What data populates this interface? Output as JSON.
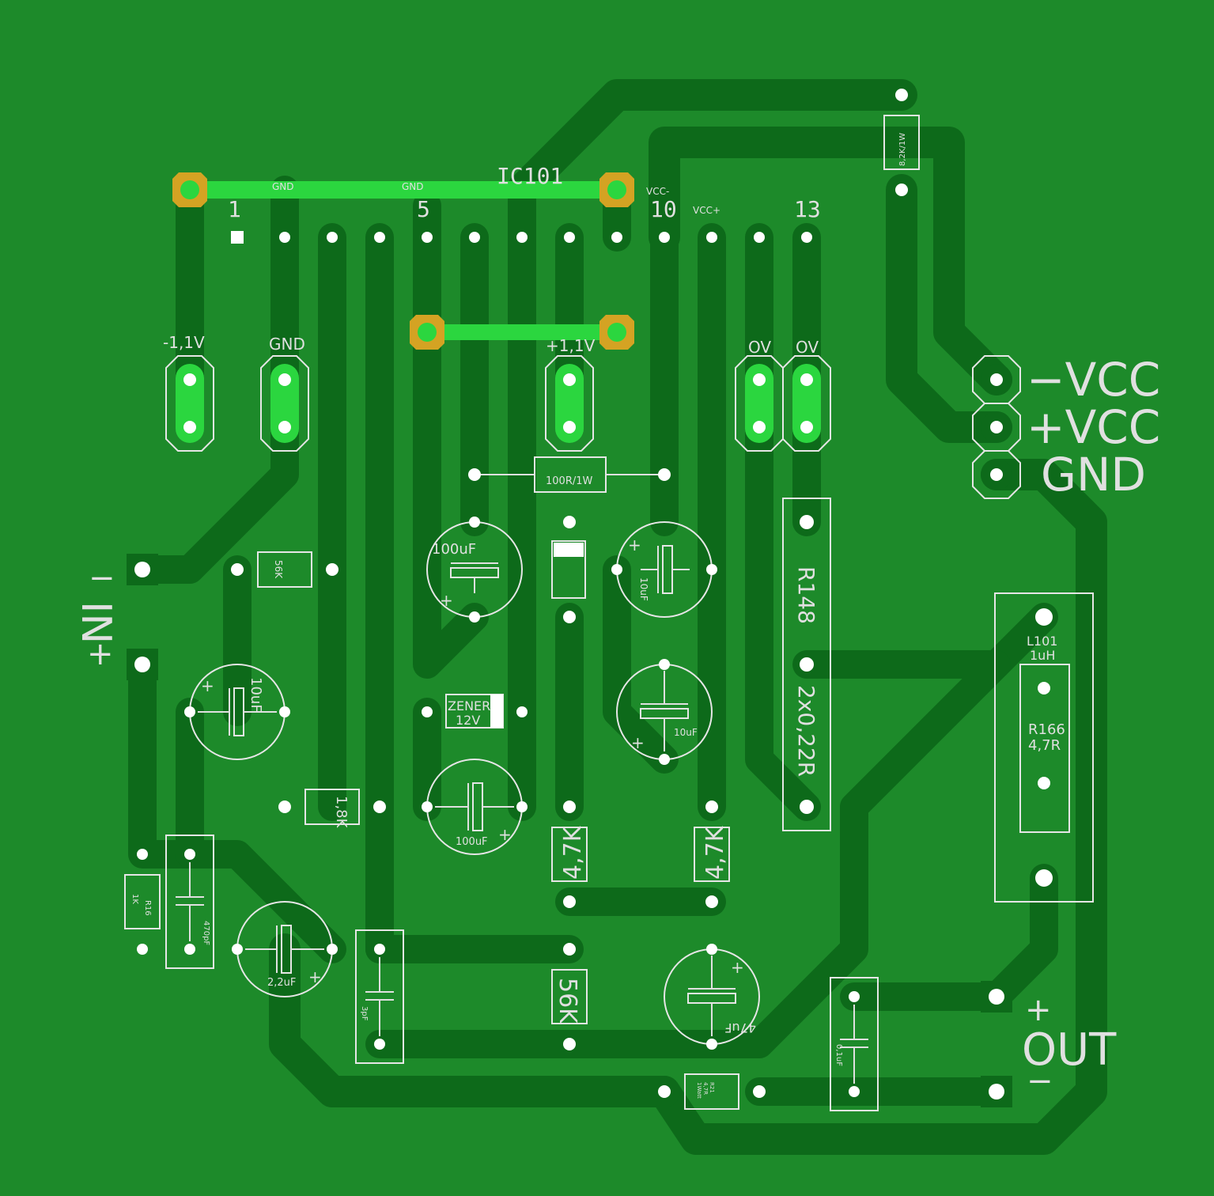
{
  "board": {
    "colors": {
      "board": "#1d8a2a",
      "trace": "#0d6a1a",
      "jumper": "#2bd63f",
      "silk": "#e0e0e0",
      "gold": "#d4a323"
    },
    "ic": {
      "ref": "IC101",
      "pin1": "1",
      "pin5": "5",
      "pin10": "10",
      "pin13": "13",
      "gnd_a": "GND",
      "gnd_b": "GND",
      "vcc_minus": "VCC-",
      "vcc_plus": "VCC+"
    },
    "power_header": {
      "vcc_minus": "−VCC",
      "vcc_plus": "+VCC",
      "gnd": "GND"
    },
    "test_points": {
      "neg_bias": "-1,1V",
      "gnd": "GND",
      "pos_bias": "+1,1V",
      "ov_a": "OV",
      "ov_b": "OV"
    },
    "input": {
      "label": "IN",
      "minus": "−",
      "plus": "+"
    },
    "output": {
      "label": "OUT",
      "plus": "+",
      "minus": "−"
    },
    "components": {
      "r_top": "8,2K/1W",
      "r_100r": "100R/1W",
      "r_56k_a": "56K",
      "c_100uf_a": "100uF",
      "c_10uf_a": "10uF",
      "c_10uf_b": "10uF",
      "c_10uf_c": "10uF",
      "zener_a": "ZENER",
      "zener_b": "12V",
      "c_100uf_b": "100uF",
      "r_18k": "1,8K",
      "r_47k_a": "4,7K",
      "r_47k_b": "4,7K",
      "r_56k_b": "56K",
      "r_1k": "1K",
      "r_1k_ref": "R16",
      "c_470pf": "470pF",
      "c_22uf": "2,2uF",
      "c_3pf": "3pF",
      "c_47uf": "47uF",
      "c_01uf": "0,1uF",
      "r_small_a": "R21",
      "r_small_b": "4,7R",
      "r_small_c": "1Watt",
      "r148": "R148",
      "r148_val": "2x0,22R",
      "l101": "L101",
      "l101_val": "1uH",
      "r166": "R166",
      "r166_val": "4,7R"
    }
  }
}
